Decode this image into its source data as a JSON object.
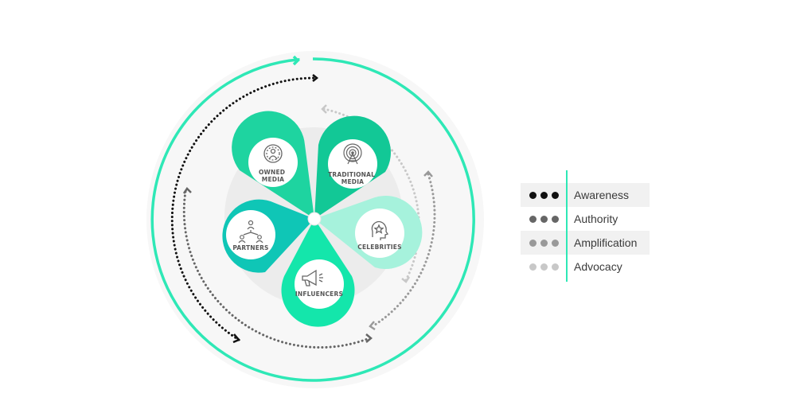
{
  "petals": [
    {
      "id": "owned-media",
      "lines": [
        "OWNED",
        "MEDIA"
      ],
      "icon": "person-circle-icon"
    },
    {
      "id": "traditional-media",
      "lines": [
        "TRADITIONAL",
        "MEDIA"
      ],
      "icon": "broadcast-tower-icon"
    },
    {
      "id": "celebrities",
      "lines": [
        "CELEBRITIES"
      ],
      "icon": "star-head-icon"
    },
    {
      "id": "influencers",
      "lines": [
        "INFLUENCERS"
      ],
      "icon": "megaphone-icon"
    },
    {
      "id": "partners",
      "lines": [
        "PARTNERS"
      ],
      "icon": "network-people-icon"
    }
  ],
  "legend": [
    {
      "label": "Awareness",
      "dot_color": "#111111",
      "shaded": true
    },
    {
      "label": "Authority",
      "dot_color": "#666666",
      "shaded": false
    },
    {
      "label": "Amplification",
      "dot_color": "#999999",
      "shaded": true
    },
    {
      "label": "Advocacy",
      "dot_color": "#c8c8c8",
      "shaded": false
    }
  ],
  "colors": {
    "ring": "#2ee8b6",
    "owned": "#1ed4a0",
    "traditional": "#12c896",
    "celebrities": "#a6f2dc",
    "influencers": "#14e6ab",
    "partners": "#0fc6b6"
  }
}
